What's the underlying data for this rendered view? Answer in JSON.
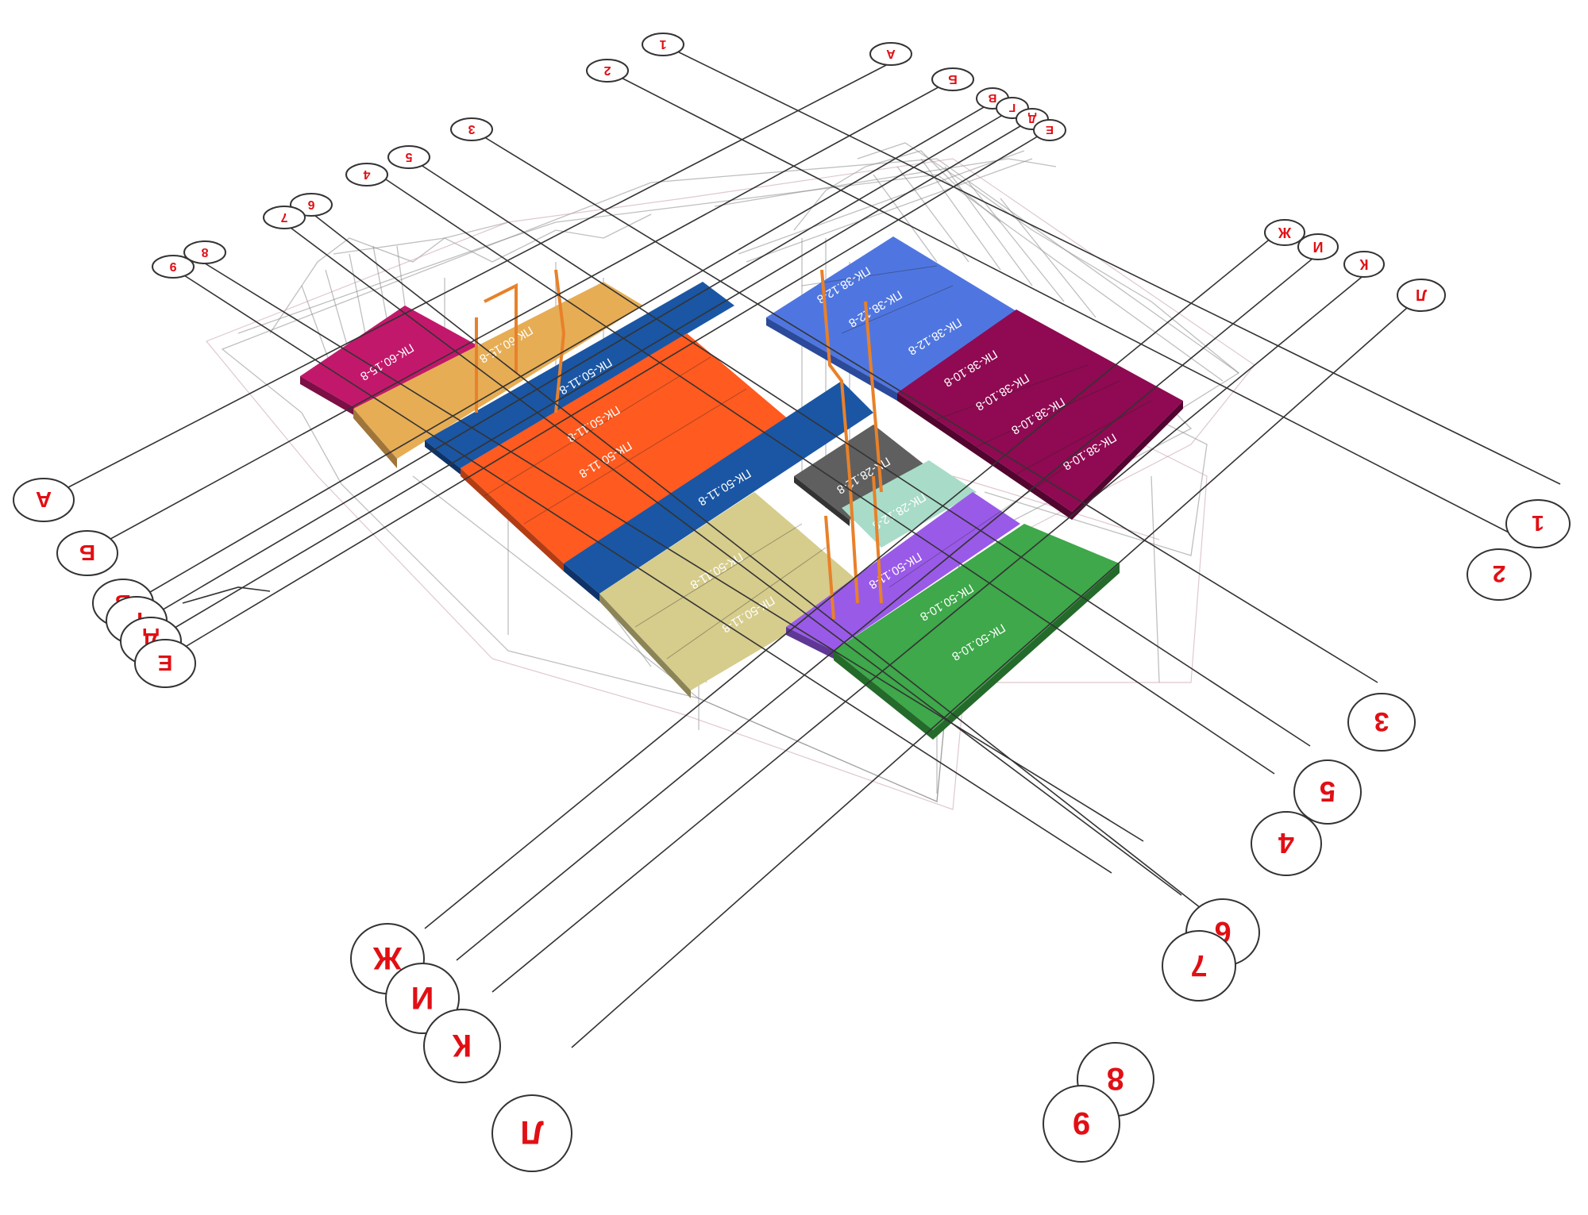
{
  "colors": {
    "magenta": "#c2186b",
    "gold": "#e6ad55",
    "blue": "#1a56a3",
    "orange": "#ff5a1f",
    "beige": "#d6cc8c",
    "gray": "#5f5f5f",
    "mint": "#a8dcc8",
    "purple": "#9a5ae8",
    "green": "#3ea84a",
    "light_blue": "#4f76e0",
    "maroon": "#8f0a52",
    "label_red": "#e10f14"
  },
  "slabs": [
    {
      "label": "ПК-60.15-8",
      "color": "magenta"
    },
    {
      "label": "ПК-60.15-8",
      "color": "gold"
    },
    {
      "label": "ПК-50.11-8",
      "color": "blue"
    },
    {
      "label": "ПК-50.11-8",
      "color": "orange"
    },
    {
      "label": "ПК-50.11-8",
      "color": "orange"
    },
    {
      "label": "ПК-50.11-8",
      "color": "blue"
    },
    {
      "label": "ПК-50.11-8",
      "color": "beige"
    },
    {
      "label": "ПК-50.11-8",
      "color": "beige"
    },
    {
      "label": "ПК-28.12-8",
      "color": "gray"
    },
    {
      "label": "ПК-28.12-8",
      "color": "mint"
    },
    {
      "label": "ПК-50.11-8",
      "color": "purple"
    },
    {
      "label": "ПК-50.10-8",
      "color": "green"
    },
    {
      "label": "ПК-50.10-8",
      "color": "green"
    },
    {
      "label": "ПК-38.12-8",
      "color": "light_blue"
    },
    {
      "label": "ПК-38.12-8",
      "color": "light_blue"
    },
    {
      "label": "ПК-38.12-8",
      "color": "light_blue"
    },
    {
      "label": "ПК-38.10-8",
      "color": "maroon"
    },
    {
      "label": "ПК-38.10-8",
      "color": "maroon"
    },
    {
      "label": "ПК-38.10-8",
      "color": "maroon"
    },
    {
      "label": "ПК-38.10-8",
      "color": "maroon"
    }
  ],
  "axes_letters": [
    "А",
    "Б",
    "В",
    "Г",
    "Д",
    "Е",
    "Ж",
    "И",
    "К",
    "Л"
  ],
  "axes_numbers": [
    "1",
    "2",
    "3",
    "4",
    "5",
    "6",
    "7",
    "8",
    "9"
  ]
}
